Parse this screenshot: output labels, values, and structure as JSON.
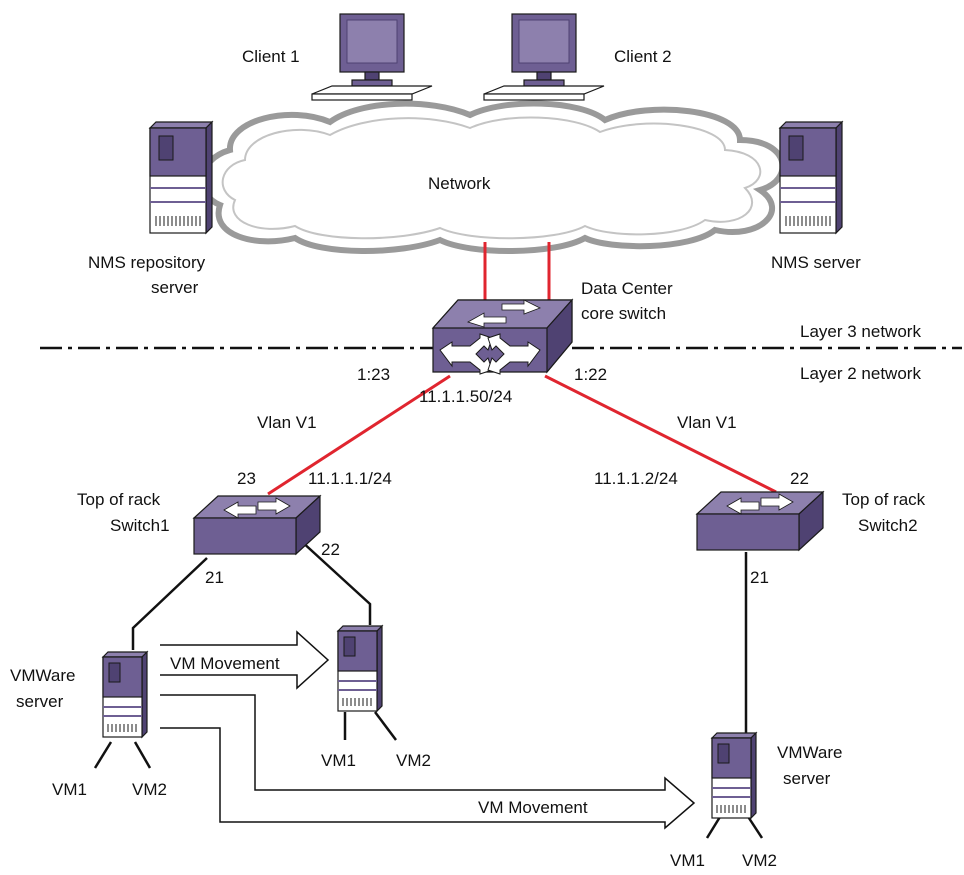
{
  "colors": {
    "device_purple": "#6e5f93",
    "device_purple_dark": "#4f4272",
    "device_purple_light": "#8d80ad",
    "link_red": "#e0252f",
    "cloud_grey": "#9a9a9a"
  },
  "icons": [
    "desktop-computer-icon",
    "tower-server-icon",
    "network-switch-icon",
    "network-cloud-icon",
    "arrow-right-icon"
  ],
  "labels": {
    "client1": "Client 1",
    "client2": "Client 2",
    "network": "Network",
    "nms_repo_line1": "NMS repository",
    "nms_repo_line2": "server",
    "nms_server": "NMS server",
    "core_line1": "Data Center",
    "core_line2": "core switch",
    "layer3": "Layer 3 network",
    "layer2": "Layer 2 network",
    "core_port_left": "1:23",
    "core_port_right": "1:22",
    "core_ip": "11.1.1.50/24",
    "vlan_left": "Vlan V1",
    "vlan_right": "Vlan V1",
    "tor1_port_up": "23",
    "tor1_ip": "11.1.1.1/24",
    "tor2_ip": "11.1.1.2/24",
    "tor2_port_up": "22",
    "tor1_line1": "Top of rack",
    "tor1_line2": "Switch1",
    "tor2_line1": "Top of rack",
    "tor2_line2": "Switch2",
    "tor1_port_left": "21",
    "tor1_port_right": "22",
    "tor2_port_down": "21",
    "vmware_left_line1": "VMWare",
    "vmware_left_line2": "server",
    "vmware_right_line1": "VMWare",
    "vmware_right_line2": "server",
    "vm_movement_top": "VM Movement",
    "vm_movement_bottom": "VM Movement",
    "left_vm1": "VM1",
    "left_vm2": "VM2",
    "mid_vm1": "VM1",
    "mid_vm2": "VM2",
    "right_vm1": "VM1",
    "right_vm2": "VM2"
  }
}
